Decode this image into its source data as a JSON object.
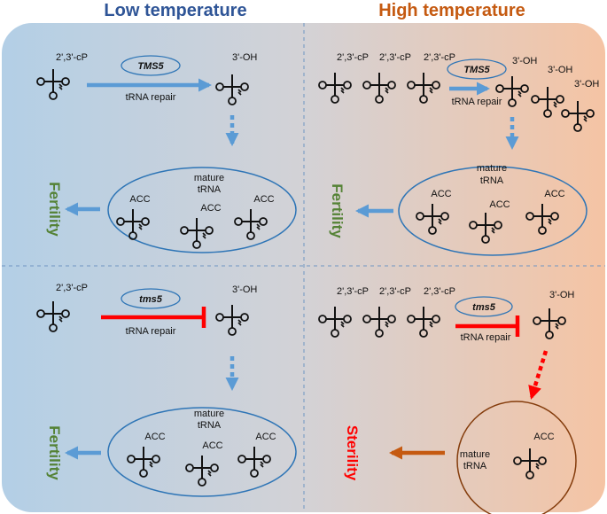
{
  "headers": {
    "low": "Low temperature",
    "high": "High temperature"
  },
  "labels": {
    "cp": "2',3'-cP",
    "oh": "3'-OH",
    "acc": "ACC",
    "mature_line1": "mature",
    "mature_line2": "tRNA",
    "repair": "tRNA repair"
  },
  "genes": {
    "wild_type": "TMS5",
    "mutant": "tms5"
  },
  "phenotypes": {
    "fertility": "Fertility",
    "sterility": "Sterility"
  },
  "colors": {
    "low_header": "#2f5597",
    "high_header": "#c55a11",
    "arrow_blue": "#5b9bd5",
    "inhibit_red": "#ff0000",
    "arrow_orange": "#c55a11",
    "fertility_green": "#548235",
    "sterility_red": "#ff0000",
    "ellipse_blue": "#2e75b6",
    "ellipse_brown": "#843c0c"
  }
}
